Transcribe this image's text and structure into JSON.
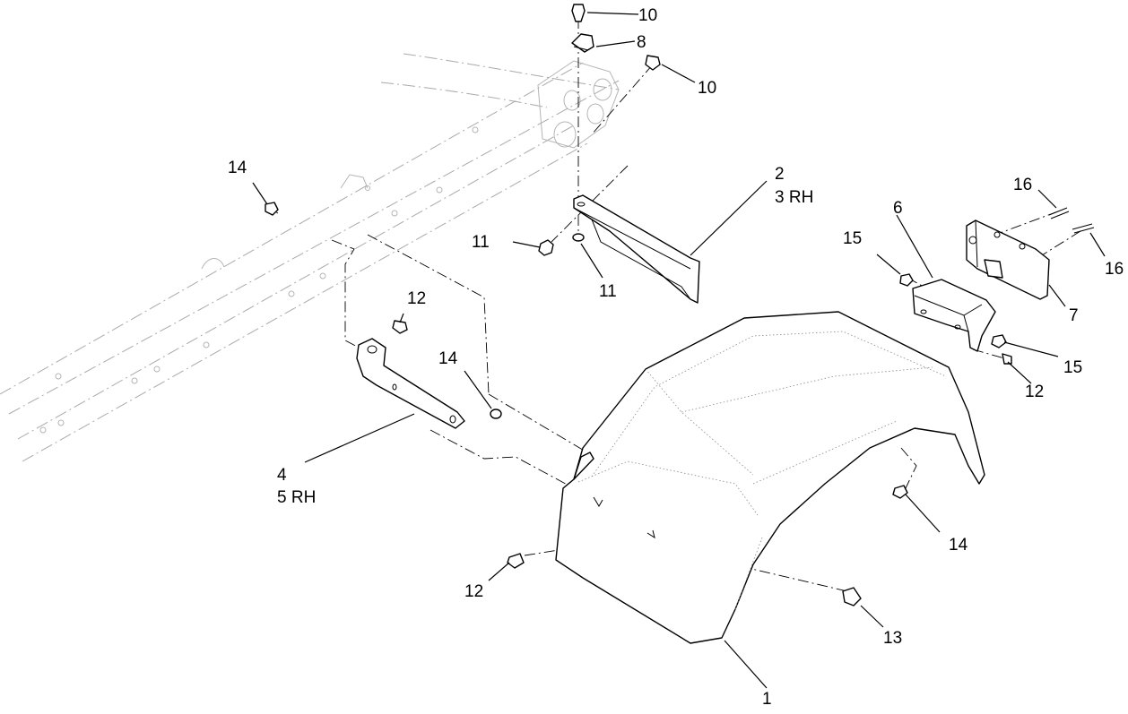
{
  "callouts": {
    "c1": "1",
    "c2": "2",
    "c3": "3 RH",
    "c4": "4",
    "c5": "5 RH",
    "c6": "6",
    "c7": "7",
    "c8": "8",
    "c10a": "10",
    "c10b": "10",
    "c11a": "11",
    "c11b": "11",
    "c12a": "12",
    "c12b": "12",
    "c12c": "12",
    "c13": "13",
    "c14a": "14",
    "c14b": "14",
    "c14c": "14",
    "c15a": "15",
    "c15b": "15",
    "c16a": "16",
    "c16b": "16"
  }
}
